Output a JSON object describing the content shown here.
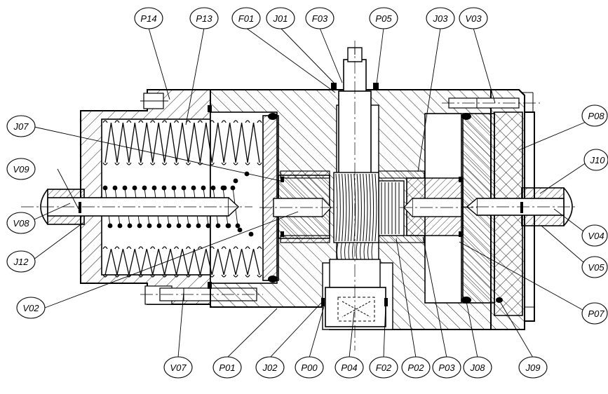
{
  "labels": {
    "top": [
      "P14",
      "P13",
      "F01",
      "J01",
      "F03",
      "P05",
      "J03",
      "V03"
    ],
    "left": [
      "J07",
      "V09",
      "V08",
      "J12",
      "V02"
    ],
    "right": [
      "P08",
      "J10",
      "V04",
      "V05",
      "P07"
    ],
    "bottom": [
      "V07",
      "P01",
      "J02",
      "P00",
      "P04",
      "F02",
      "P02",
      "P03",
      "J08",
      "J09"
    ]
  },
  "colors": {
    "line": "#000000",
    "background": "#ffffff",
    "seal": "#000000"
  }
}
